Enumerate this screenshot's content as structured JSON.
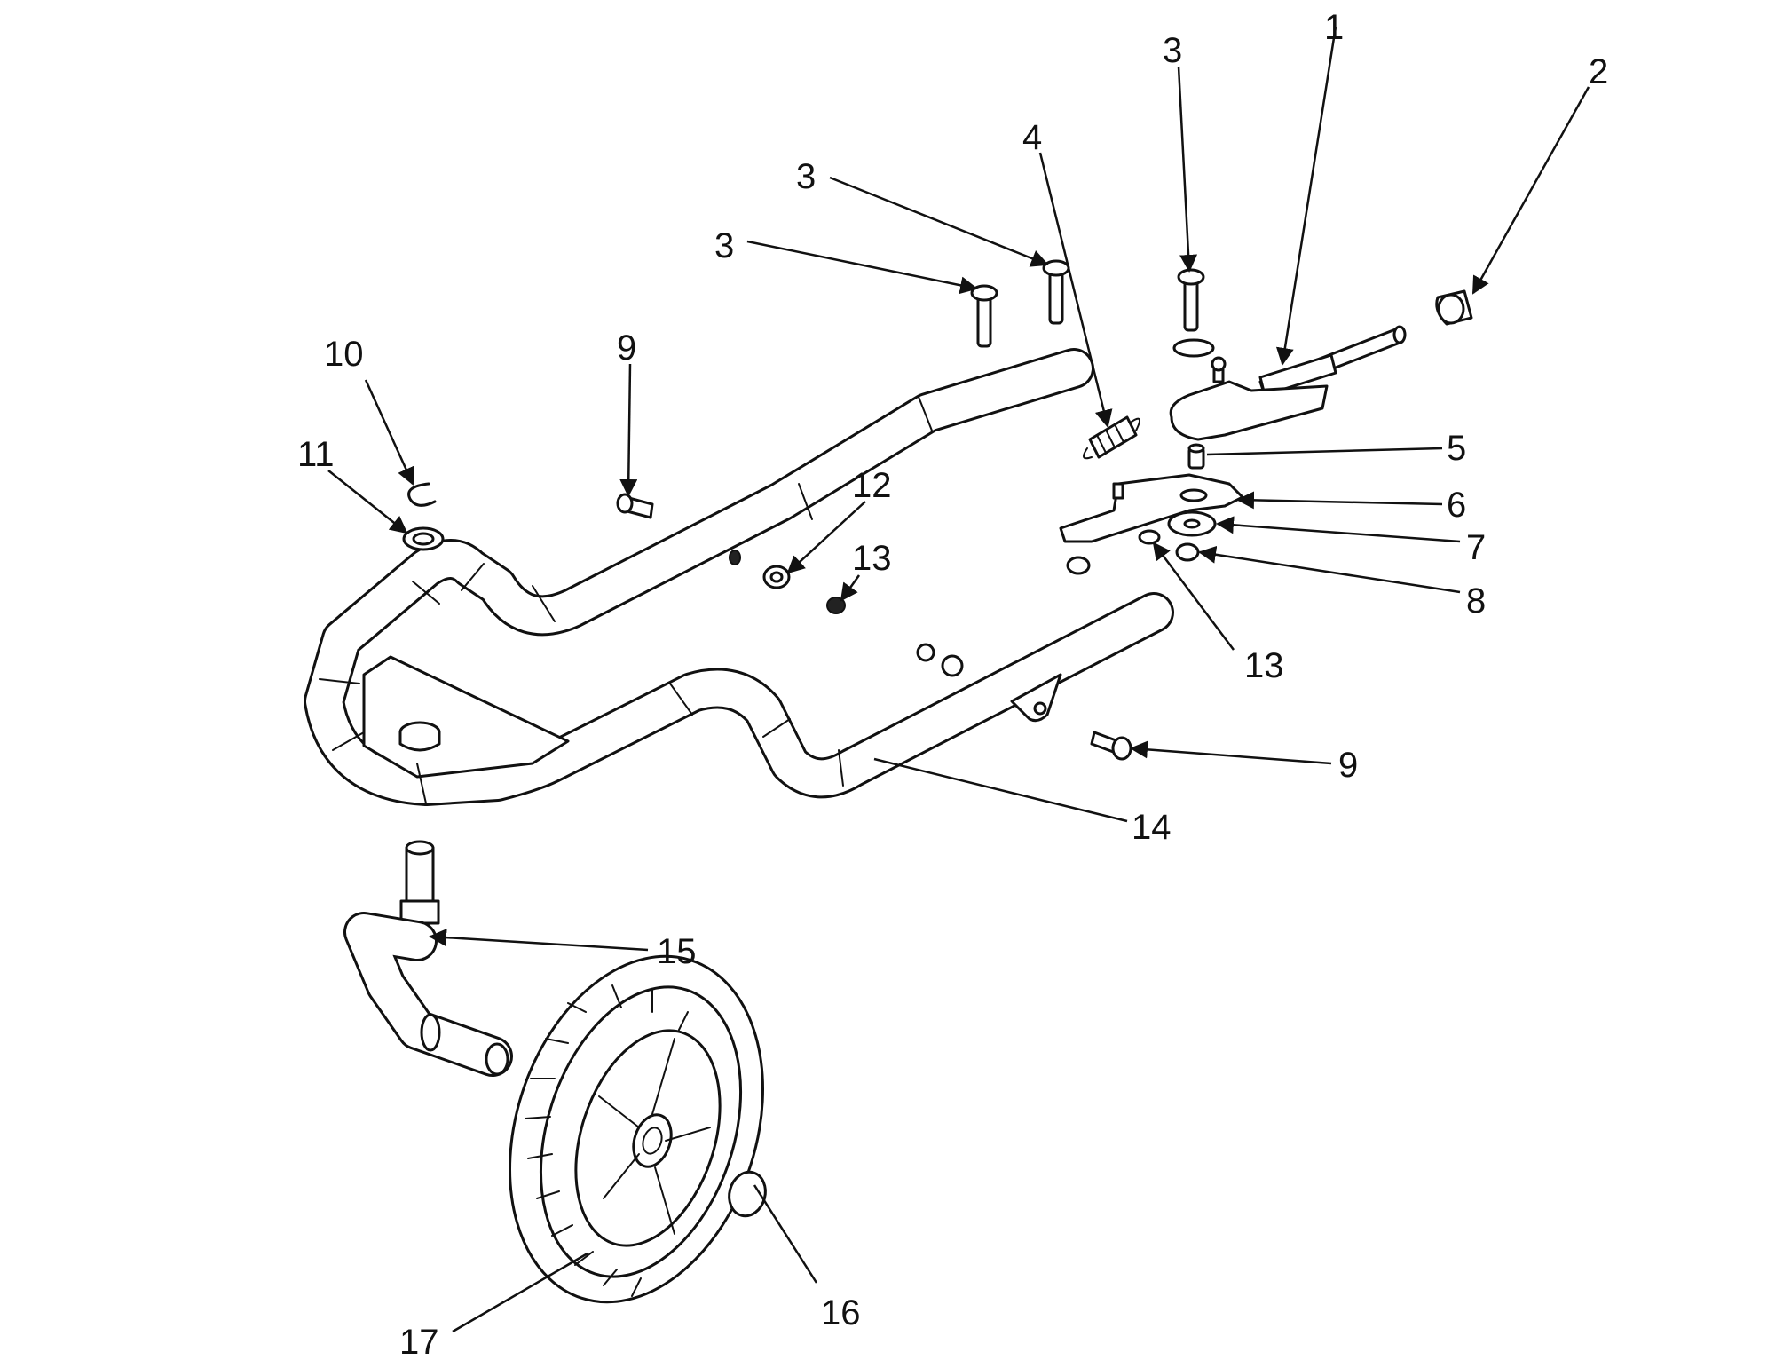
{
  "callouts": [
    {
      "id": "c1",
      "label": "1"
    },
    {
      "id": "c2",
      "label": "2"
    },
    {
      "id": "c3a",
      "label": "3"
    },
    {
      "id": "c3b",
      "label": "3"
    },
    {
      "id": "c3c",
      "label": "3"
    },
    {
      "id": "c4",
      "label": "4"
    },
    {
      "id": "c5",
      "label": "5"
    },
    {
      "id": "c6",
      "label": "6"
    },
    {
      "id": "c7",
      "label": "7"
    },
    {
      "id": "c8",
      "label": "8"
    },
    {
      "id": "c9a",
      "label": "9"
    },
    {
      "id": "c9b",
      "label": "9"
    },
    {
      "id": "c10",
      "label": "10"
    },
    {
      "id": "c11",
      "label": "11"
    },
    {
      "id": "c12",
      "label": "12"
    },
    {
      "id": "c13a",
      "label": "13"
    },
    {
      "id": "c13b",
      "label": "13"
    },
    {
      "id": "c14",
      "label": "14"
    },
    {
      "id": "c15",
      "label": "15"
    },
    {
      "id": "c16",
      "label": "16"
    },
    {
      "id": "c17",
      "label": "17"
    }
  ]
}
